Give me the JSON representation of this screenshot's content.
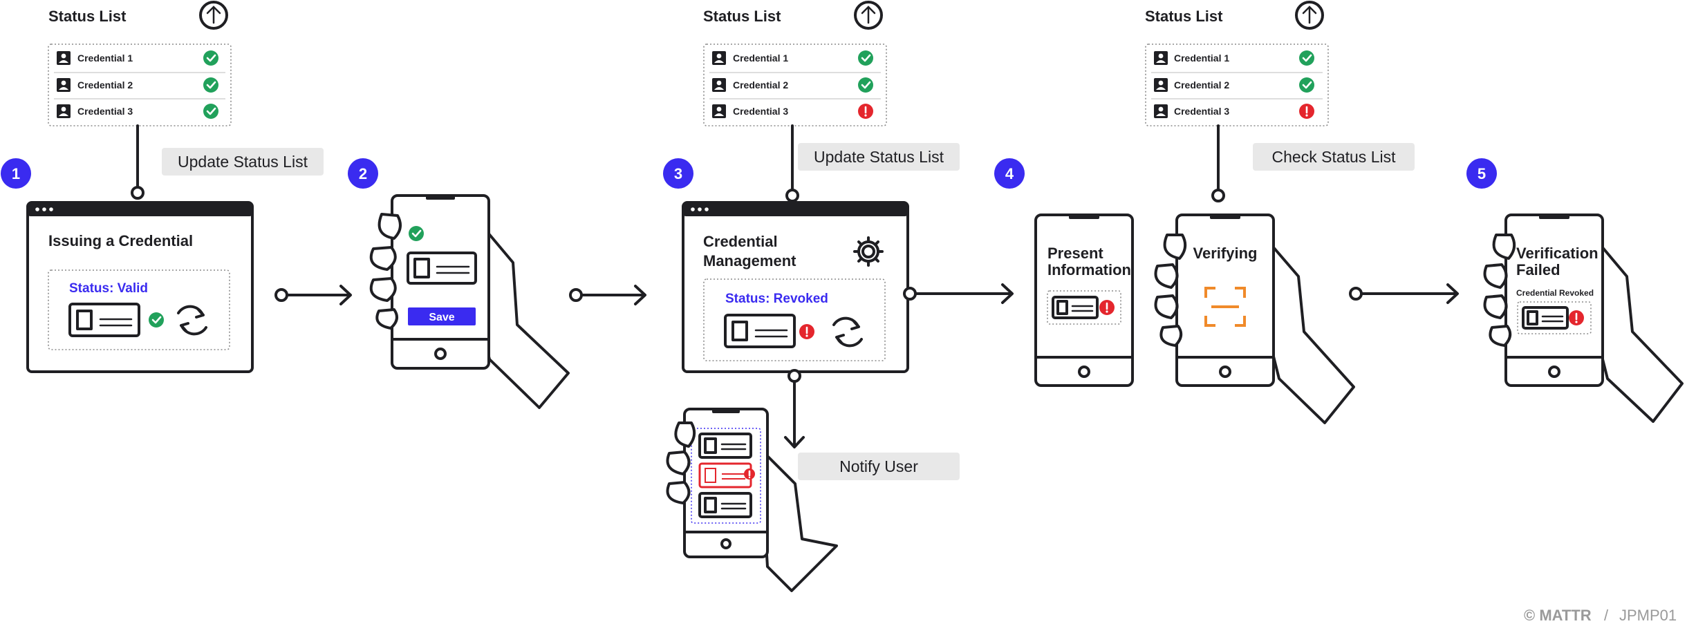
{
  "status_lists": [
    {
      "title": "Status List",
      "items": [
        {
          "label": "Credential 1",
          "status": "valid"
        },
        {
          "label": "Credential 2",
          "status": "valid"
        },
        {
          "label": "Credential 3",
          "status": "valid"
        }
      ]
    },
    {
      "title": "Status List",
      "items": [
        {
          "label": "Credential 1",
          "status": "valid"
        },
        {
          "label": "Credential 2",
          "status": "valid"
        },
        {
          "label": "Credential 3",
          "status": "revoked"
        }
      ]
    },
    {
      "title": "Status List",
      "items": [
        {
          "label": "Credential 1",
          "status": "valid"
        },
        {
          "label": "Credential 2",
          "status": "valid"
        },
        {
          "label": "Credential 3",
          "status": "revoked"
        }
      ]
    }
  ],
  "steps": [
    "1",
    "2",
    "3",
    "4",
    "5"
  ],
  "labels": {
    "update_status_1": "Update Status List",
    "update_status_2": "Update Status List",
    "check_status": "Check Status List",
    "notify_user": "Notify User"
  },
  "issuer": {
    "title": "Issuing a Credential",
    "status": "Status: Valid"
  },
  "wallet": {
    "save_button": "Save"
  },
  "management": {
    "title_line1": "Credential",
    "title_line2": "Management",
    "status": "Status: Revoked"
  },
  "present": {
    "title_line1": "Present",
    "title_line2": "Information"
  },
  "verifier": {
    "title": "Verifying"
  },
  "result": {
    "title_line1": "Verification",
    "title_line2": "Failed",
    "subtitle": "Credential Revoked"
  },
  "footer": {
    "brand": "© MATTR",
    "separator": "/",
    "code": "JPMP01"
  },
  "colors": {
    "accent": "#3a2bf0",
    "valid": "#21a15b",
    "revoked": "#e4262d",
    "scan": "#f08a2a"
  },
  "icons": [
    "arrow-up-circle-icon",
    "user-badge-icon",
    "check-circle-icon",
    "alert-circle-icon",
    "refresh-icon",
    "gear-icon",
    "id-card-icon",
    "scan-frame-icon"
  ]
}
